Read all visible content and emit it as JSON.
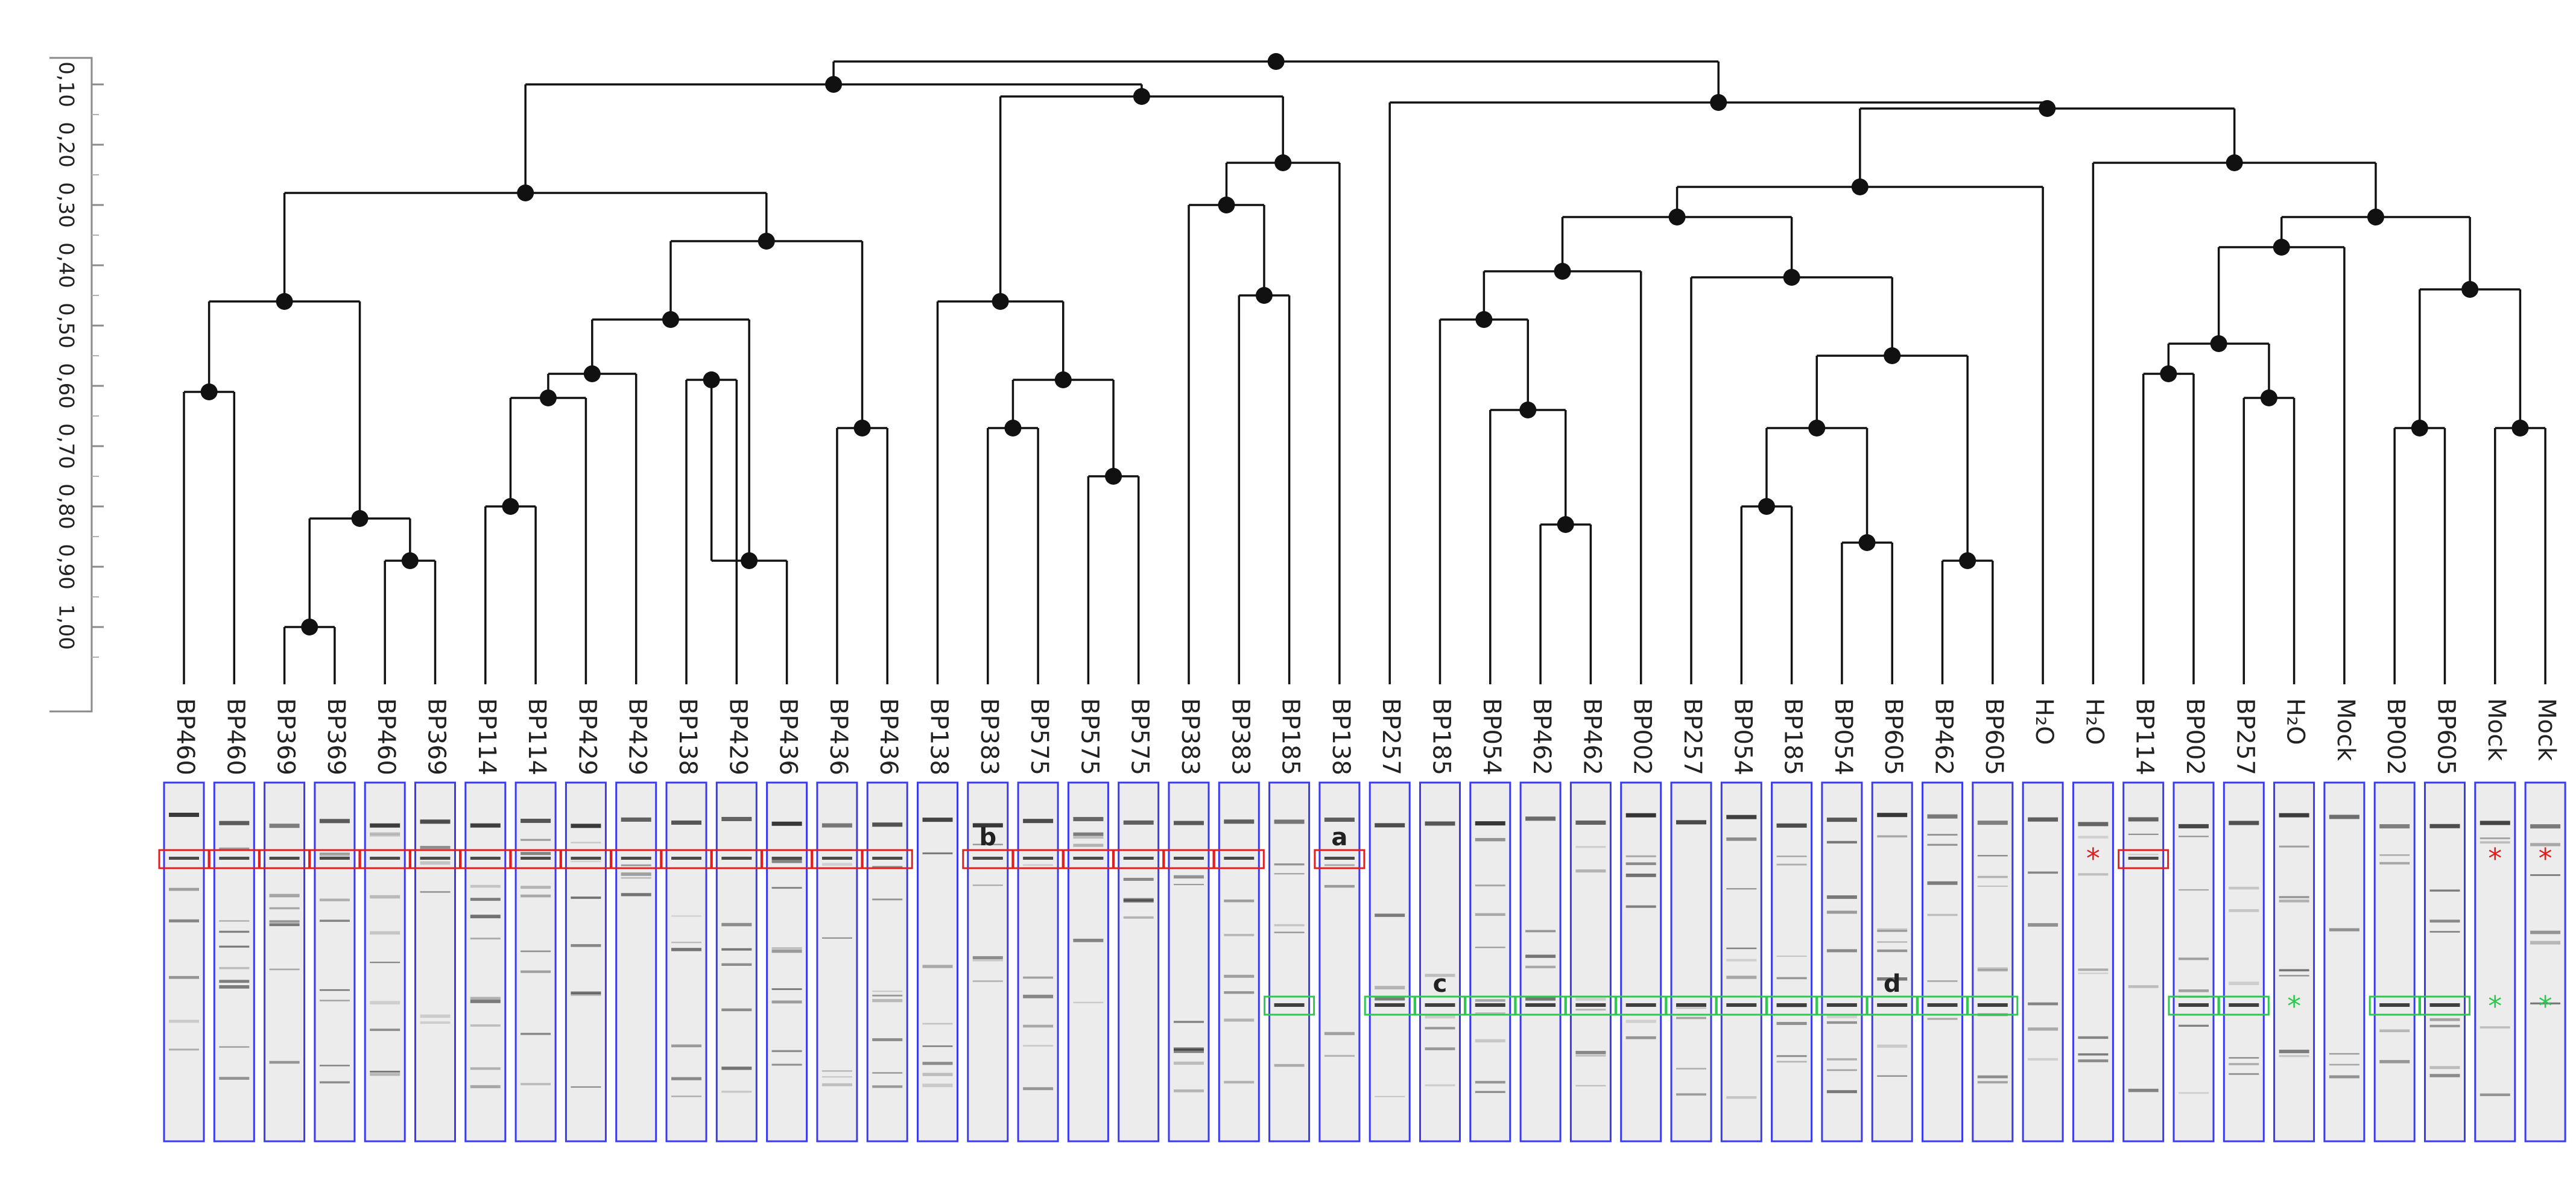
{
  "scale": {
    "ticks": [
      "0,10",
      "0,20",
      "0,30",
      "0,40",
      "0,50",
      "0,60",
      "0,70",
      "0,80",
      "0,90",
      "1,00"
    ]
  },
  "lanes": [
    {
      "label": "BP460",
      "marker": "red-box"
    },
    {
      "label": "BP460",
      "marker": "red-box"
    },
    {
      "label": "BP369",
      "marker": "red-box"
    },
    {
      "label": "BP369",
      "marker": "red-box"
    },
    {
      "label": "BP460",
      "marker": "red-box"
    },
    {
      "label": "BP369",
      "marker": "red-box"
    },
    {
      "label": "BP114",
      "marker": "red-box"
    },
    {
      "label": "BP114",
      "marker": "red-box"
    },
    {
      "label": "BP429",
      "marker": "red-box"
    },
    {
      "label": "BP429",
      "marker": "red-box"
    },
    {
      "label": "BP138",
      "marker": "red-box"
    },
    {
      "label": "BP429",
      "marker": "red-box"
    },
    {
      "label": "BP436",
      "marker": "red-box"
    },
    {
      "label": "BP436",
      "marker": "red-box"
    },
    {
      "label": "BP436",
      "marker": "red-box"
    },
    {
      "label": "BP138",
      "marker": ""
    },
    {
      "label": "BP383",
      "marker": "red-box"
    },
    {
      "label": "BP575",
      "marker": "red-box"
    },
    {
      "label": "BP575",
      "marker": "red-box"
    },
    {
      "label": "BP575",
      "marker": "red-box"
    },
    {
      "label": "BP383",
      "marker": "red-box"
    },
    {
      "label": "BP383",
      "marker": "red-box"
    },
    {
      "label": "BP185",
      "marker": "green-box"
    },
    {
      "label": "BP138",
      "marker": "red-box"
    },
    {
      "label": "BP257",
      "marker": "green-box"
    },
    {
      "label": "BP185",
      "marker": "green-box"
    },
    {
      "label": "BP054",
      "marker": "green-box"
    },
    {
      "label": "BP462",
      "marker": "green-box"
    },
    {
      "label": "BP462",
      "marker": "green-box"
    },
    {
      "label": "BP002",
      "marker": "green-box"
    },
    {
      "label": "BP257",
      "marker": "green-box"
    },
    {
      "label": "BP054",
      "marker": "green-box"
    },
    {
      "label": "BP185",
      "marker": "green-box"
    },
    {
      "label": "BP054",
      "marker": "green-box"
    },
    {
      "label": "BP605",
      "marker": "green-box"
    },
    {
      "label": "BP462",
      "marker": "green-box"
    },
    {
      "label": "BP605",
      "marker": "green-box"
    },
    {
      "label": "H₂O",
      "marker": ""
    },
    {
      "label": "H₂O",
      "marker": "red-star"
    },
    {
      "label": "BP114",
      "marker": "red-box"
    },
    {
      "label": "BP002",
      "marker": "green-box"
    },
    {
      "label": "BP257",
      "marker": "green-box"
    },
    {
      "label": "H₂O",
      "marker": "green-star"
    },
    {
      "label": "Mock",
      "marker": ""
    },
    {
      "label": "BP002",
      "marker": "green-box"
    },
    {
      "label": "BP605",
      "marker": "green-box"
    },
    {
      "label": "Mock",
      "marker": "red-green-star"
    },
    {
      "label": "Mock",
      "marker": "red-green-star"
    }
  ],
  "annotations": [
    {
      "text": "b",
      "lane": 16,
      "band": "red"
    },
    {
      "text": "a",
      "lane": 23,
      "band": "red"
    },
    {
      "text": "c",
      "lane": 25,
      "band": "green"
    },
    {
      "text": "d",
      "lane": 34,
      "band": "green"
    }
  ],
  "colors": {
    "lane_outline": "#3a3aee",
    "red_marker": "#e02020",
    "green_marker": "#2ec850",
    "tree_line": "#111111",
    "gel_background": "#ececec"
  }
}
